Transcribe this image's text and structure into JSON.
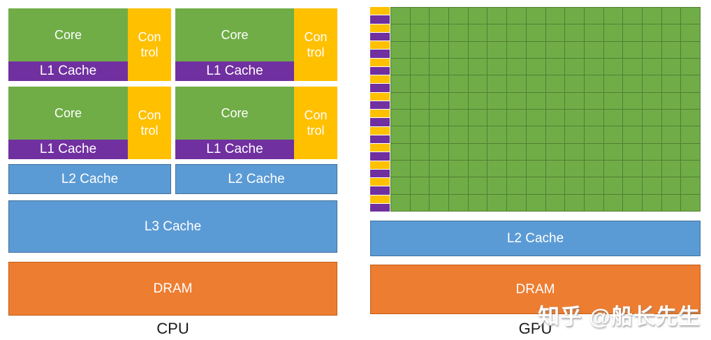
{
  "cpu": {
    "section_label": "CPU",
    "units": [
      {
        "core": "Core",
        "control_line1": "Con",
        "control_line2": "trol",
        "l1": "L1 Cache"
      },
      {
        "core": "Core",
        "control_line1": "Con",
        "control_line2": "trol",
        "l1": "L1 Cache"
      },
      {
        "core": "Core",
        "control_line1": "Con",
        "control_line2": "trol",
        "l1": "L1 Cache"
      },
      {
        "core": "Core",
        "control_line1": "Con",
        "control_line2": "trol",
        "l1": "L1 Cache"
      }
    ],
    "l2_blocks": [
      "L2 Cache",
      "L2 Cache"
    ],
    "l3_label": "L3 Cache",
    "dram_label": "DRAM"
  },
  "gpu": {
    "section_label": "GPU",
    "grid": {
      "rows": 12,
      "cols": 16,
      "stripe_cells": 24,
      "stripe_pattern": [
        "control-yellow",
        "l1-cache-purple"
      ]
    },
    "l2_label": "L2 Cache",
    "dram_label": "DRAM"
  },
  "watermark": {
    "text": "知乎 @船长先生"
  },
  "colors": {
    "background": "#FFFFFF",
    "core_green": "#70AD47",
    "grid_line_green": "#527F32",
    "control_yellow": "#FFC000",
    "l1_purple": "#7030A0",
    "cache_blue": "#5B9BD5",
    "cache_blue_border": "#41719C",
    "dram_orange": "#ED7D31",
    "dram_orange_border": "#C55A11",
    "label_text": "#FFFFFF",
    "section_label_text": "#1A1A1A"
  }
}
